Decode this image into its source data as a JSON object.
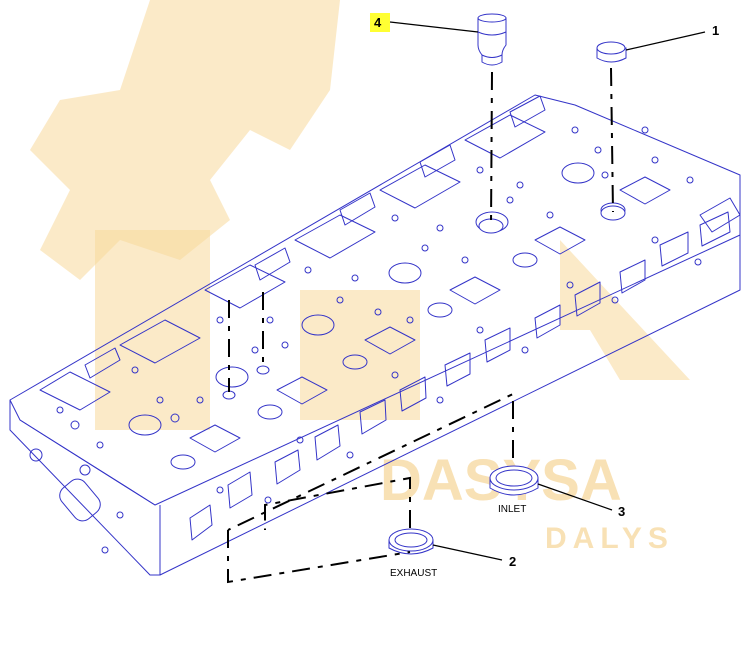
{
  "callouts": [
    {
      "number": "1"
    },
    {
      "number": "2",
      "caption": "EXHAUST"
    },
    {
      "number": "3",
      "caption": "INLET"
    },
    {
      "number": "4"
    }
  ],
  "watermark": {
    "line1": "DASYSA",
    "line2": "DALYS"
  },
  "colors": {
    "outline": "#3434c8",
    "highlight": "#ffff33",
    "watermark": "#f4c979"
  }
}
